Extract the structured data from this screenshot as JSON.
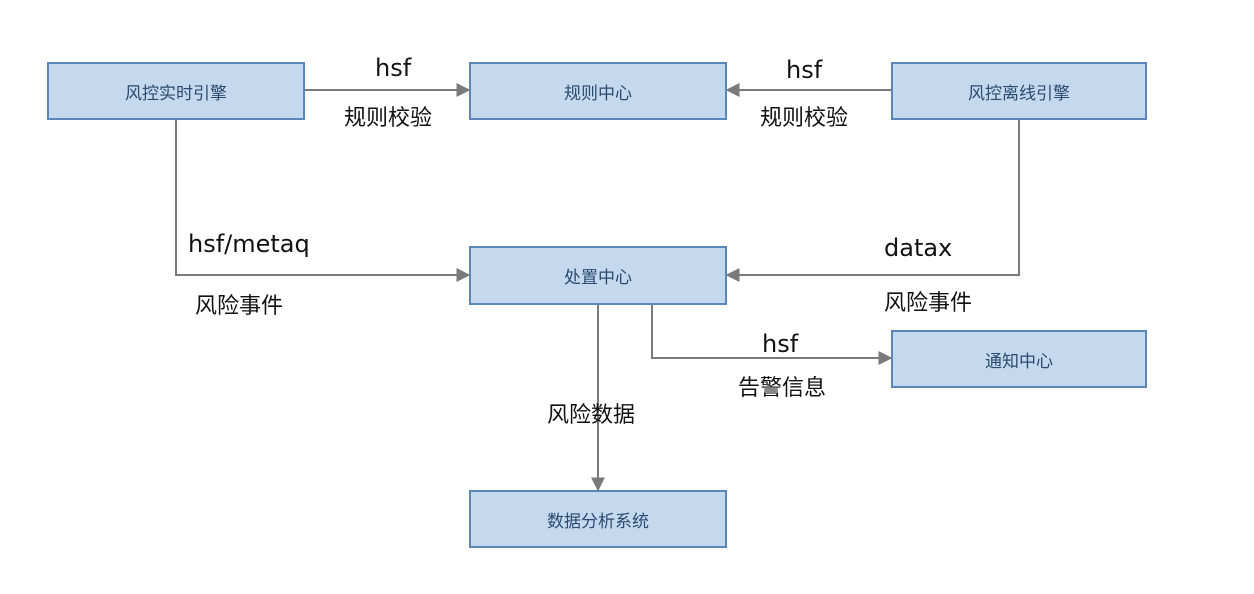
{
  "nodes": {
    "realtime_engine": "风控实时引擎",
    "rule_center": "规则中心",
    "offline_engine": "风控离线引擎",
    "disposal_center": "处置中心",
    "notify_center": "通知中心",
    "analysis_system": "数据分析系统"
  },
  "edges": {
    "realtime_to_rule": {
      "protocol": "hsf",
      "label": "规则校验"
    },
    "offline_to_rule": {
      "protocol": "hsf",
      "label": "规则校验"
    },
    "realtime_to_disposal": {
      "protocol": "hsf/metaq",
      "label": "风险事件"
    },
    "offline_to_disposal": {
      "protocol": "datax",
      "label": "风险事件"
    },
    "disposal_to_notify": {
      "protocol": "hsf",
      "label": "告警信息"
    },
    "disposal_to_analysis": {
      "label": "风险数据"
    }
  },
  "colors": {
    "node_fill": "#c5d9ee",
    "node_border": "#5b86b9",
    "node_text": "#2b4a6f",
    "edge": "#7a7a7a"
  }
}
